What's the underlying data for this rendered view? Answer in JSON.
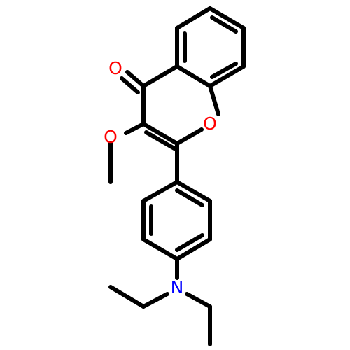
{
  "molecule": {
    "atom_labels": {
      "carbonyl_oxygen": "O",
      "ring_oxygen": "O",
      "methoxy_oxygen": "O",
      "amine_nitrogen": "N"
    },
    "colors": {
      "bond": "#000000",
      "oxygen": "#ff0000",
      "nitrogen": "#0000ff",
      "background": "#ffffff"
    }
  }
}
